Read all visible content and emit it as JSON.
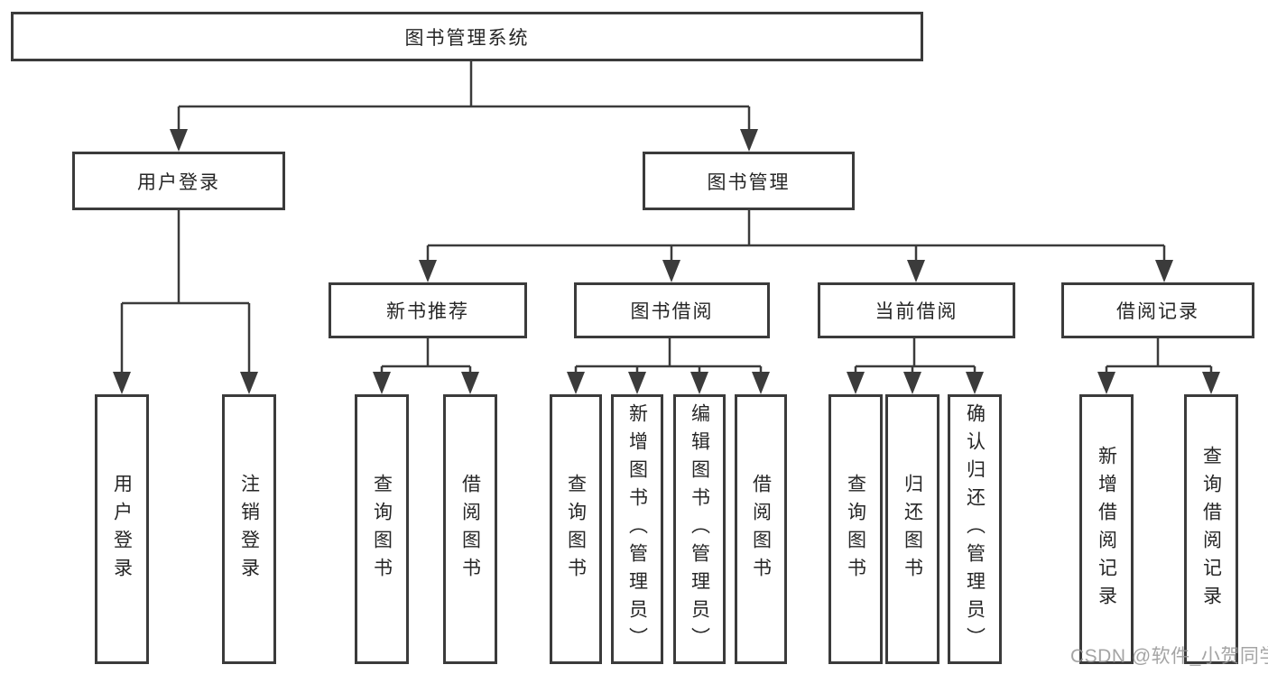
{
  "diagram": {
    "root": "图书管理系统",
    "level2": [
      "用户登录",
      "图书管理"
    ],
    "level3": [
      "新书推荐",
      "图书借阅",
      "当前借阅",
      "借阅记录"
    ],
    "leaves": [
      "用户登录",
      "注销登录",
      "查询图书",
      "借阅图书",
      "查询图书",
      "新增图书（管理员）",
      "编辑图书（管理员）",
      "借阅图书",
      "查询图书",
      "归还图书",
      "确认归还（管理员）",
      "新增借阅记录",
      "查询借阅记录"
    ]
  },
  "watermark": "CSDN @软件_小贺同学",
  "colors": {
    "line": "#3b3b3b",
    "border": "#3b3b3b",
    "text": "#262626",
    "watermark": "#949494",
    "background": "#ffffff"
  }
}
